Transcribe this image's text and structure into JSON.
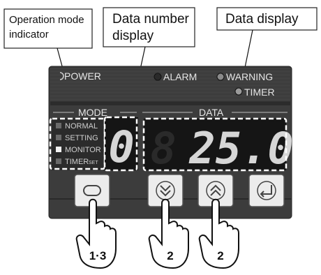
{
  "callouts": {
    "operation_mode_line1": "Operation mode",
    "operation_mode_line2": "indicator",
    "data_number_line1": "Data number",
    "data_number_line2": "display",
    "data_display": "Data display"
  },
  "indicators": {
    "power": "POWER",
    "alarm": "ALARM",
    "warning": "WARNING",
    "timer": "TIMER"
  },
  "panel": {
    "mode_header": "MODE",
    "data_header": "DATA",
    "mode_items": [
      {
        "label": "NORMAL",
        "suffix": "",
        "active": false
      },
      {
        "label": "SETTING",
        "suffix": "",
        "active": false
      },
      {
        "label": "MONITOR",
        "suffix": "",
        "active": true
      },
      {
        "label": "TIMER",
        "suffix": "SET",
        "active": false
      }
    ],
    "data_number_value": "0",
    "data_value": "25.0"
  },
  "steps": {
    "mode_button": "1·3",
    "down_button": "2",
    "up_button": "2"
  },
  "buttons": {
    "mode_icon": "loop-icon",
    "down_icon": "double-chevron-down-icon",
    "up_icon": "double-chevron-up-icon",
    "enter_icon": "enter-return-icon"
  },
  "colors": {
    "panel_bg": "#3a3a3a",
    "display_bg": "#151515",
    "segment_on": "#d6d6d6",
    "segment_off": "#2a2a2a",
    "led_off": "#6a6a6a"
  }
}
